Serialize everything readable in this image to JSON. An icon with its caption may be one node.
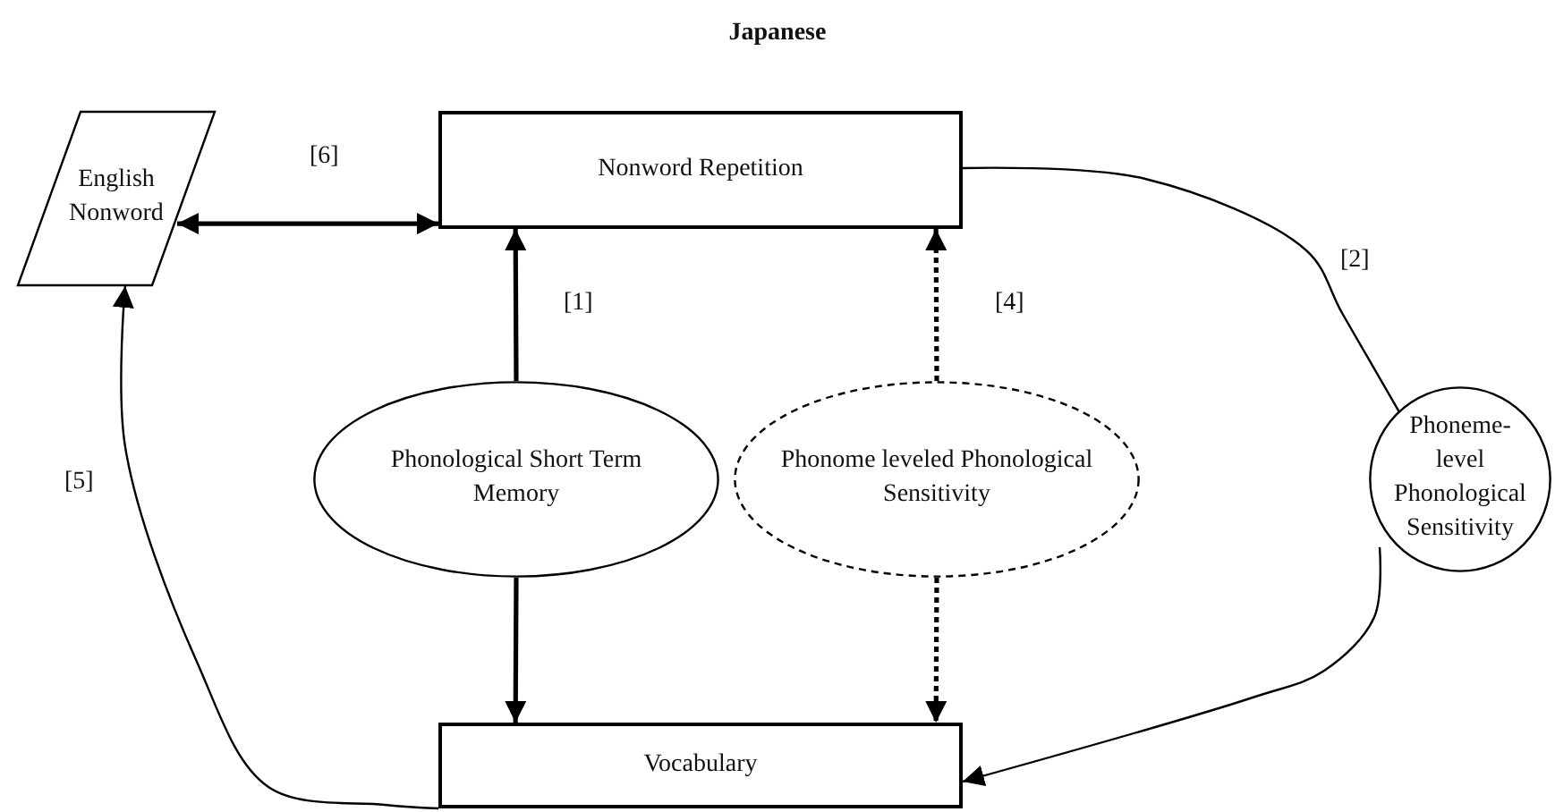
{
  "diagram": {
    "title": "Japanese",
    "nodes": [
      {
        "text": [
          "English Nonword"
        ]
      },
      {
        "text": [
          "Nonword Repetition"
        ]
      },
      {
        "text": [
          "Phonological Short Term Memory"
        ]
      },
      {
        "text": [
          "Phonome leveled Phonological Sensitivity"
        ]
      },
      {
        "text": [
          "Phoneme-level Phonological Sensitivity"
        ]
      },
      {
        "text": [
          "Vocabulary"
        ]
      }
    ],
    "edges": [
      {
        "from": 0,
        "to": 1,
        "arrow": "both",
        "label": "[6]"
      },
      {
        "from": 2,
        "to": 1,
        "arrow": "to",
        "label": "[1]"
      },
      {
        "from": 3,
        "to": 1,
        "arrow": "to",
        "label": "[4]",
        "style": "dashed"
      },
      {
        "from": 1,
        "to": 4,
        "arrow": "none",
        "label": "[2]"
      },
      {
        "from": 2,
        "to": 5,
        "arrow": "to"
      },
      {
        "from": 3,
        "to": 5,
        "arrow": "to",
        "style": "dashed"
      },
      {
        "from": 4,
        "to": 5,
        "arrow": "to"
      },
      {
        "from": 5,
        "to": 0,
        "arrow": "to",
        "label": "[5]"
      }
    ]
  }
}
